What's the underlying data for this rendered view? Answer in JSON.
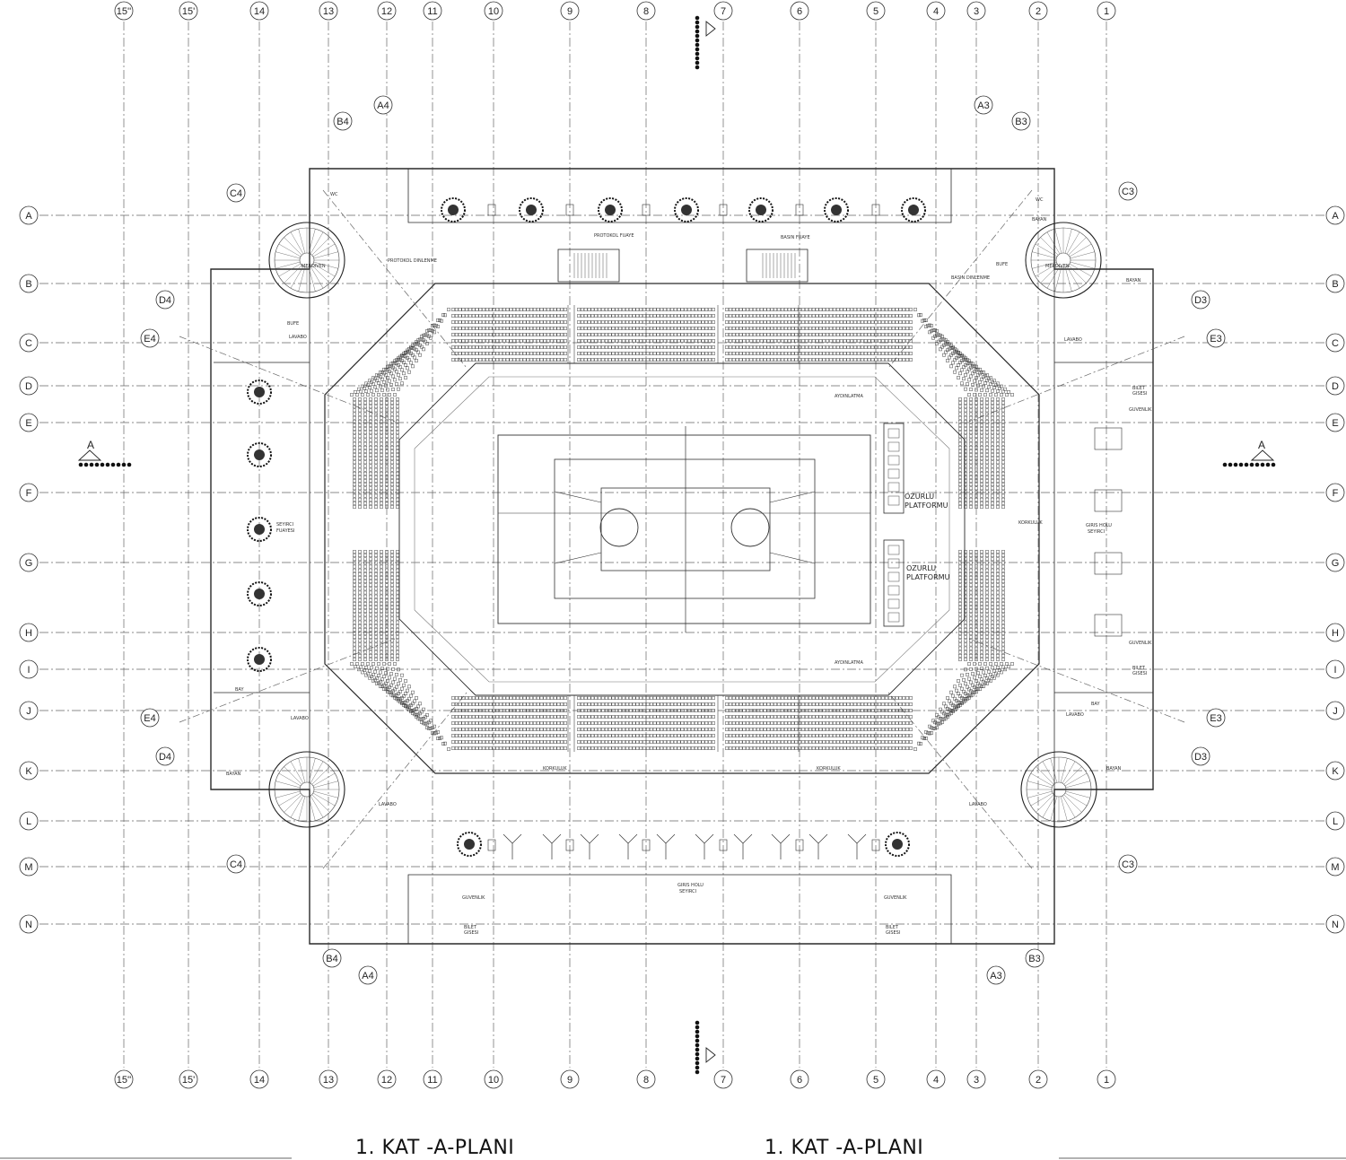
{
  "titles": [
    "1. KAT -A-PLANI",
    "1. KAT -A-PLANI"
  ],
  "grid": {
    "columns": [
      "15''",
      "15'",
      "14",
      "13",
      "12",
      "11",
      "10",
      "9",
      "8",
      "7",
      "6",
      "5",
      "4",
      "3",
      "2",
      "1"
    ],
    "rows": [
      "A",
      "B",
      "C",
      "D",
      "E",
      "F",
      "G",
      "H",
      "I",
      "J",
      "K",
      "L",
      "M",
      "N"
    ]
  },
  "corner_tags": {
    "top_left": [
      "A4",
      "B4",
      "C4",
      "D4",
      "E4"
    ],
    "top_right": [
      "A3",
      "B3",
      "C3",
      "D3",
      "E3"
    ],
    "bottom_left": [
      "E4",
      "D4",
      "C4",
      "B4",
      "A4"
    ],
    "bottom_right": [
      "E3",
      "D3",
      "C3",
      "B3",
      "A3"
    ]
  },
  "section_marks": [
    "A",
    "A"
  ],
  "labels": {
    "platform": [
      "OZURLU",
      "PLATFORMU"
    ],
    "protocol_foyer": "PROTOKOL FUAYE",
    "press_foyer": "BASIN FUAYE",
    "spectator_foyer": [
      "SEYIRCI",
      "FUAYESI"
    ],
    "entrance_hall": [
      "GIRIS HOLU",
      "SEYIRCI"
    ],
    "stair": "MERDIVEN",
    "lavabo": "LAVABO",
    "security": "GUVENLIK",
    "ticket": [
      "BILET",
      "GISESI"
    ],
    "protocol_buffet": "PROTOKOL DINLENME",
    "press_rest": "BASIN DINLENME",
    "buffet": "BUFE",
    "women": "BAYAN",
    "men": "BAY",
    "wc": "WC",
    "lighting": "AYDINLATMA",
    "railing": "KORKULUK"
  }
}
